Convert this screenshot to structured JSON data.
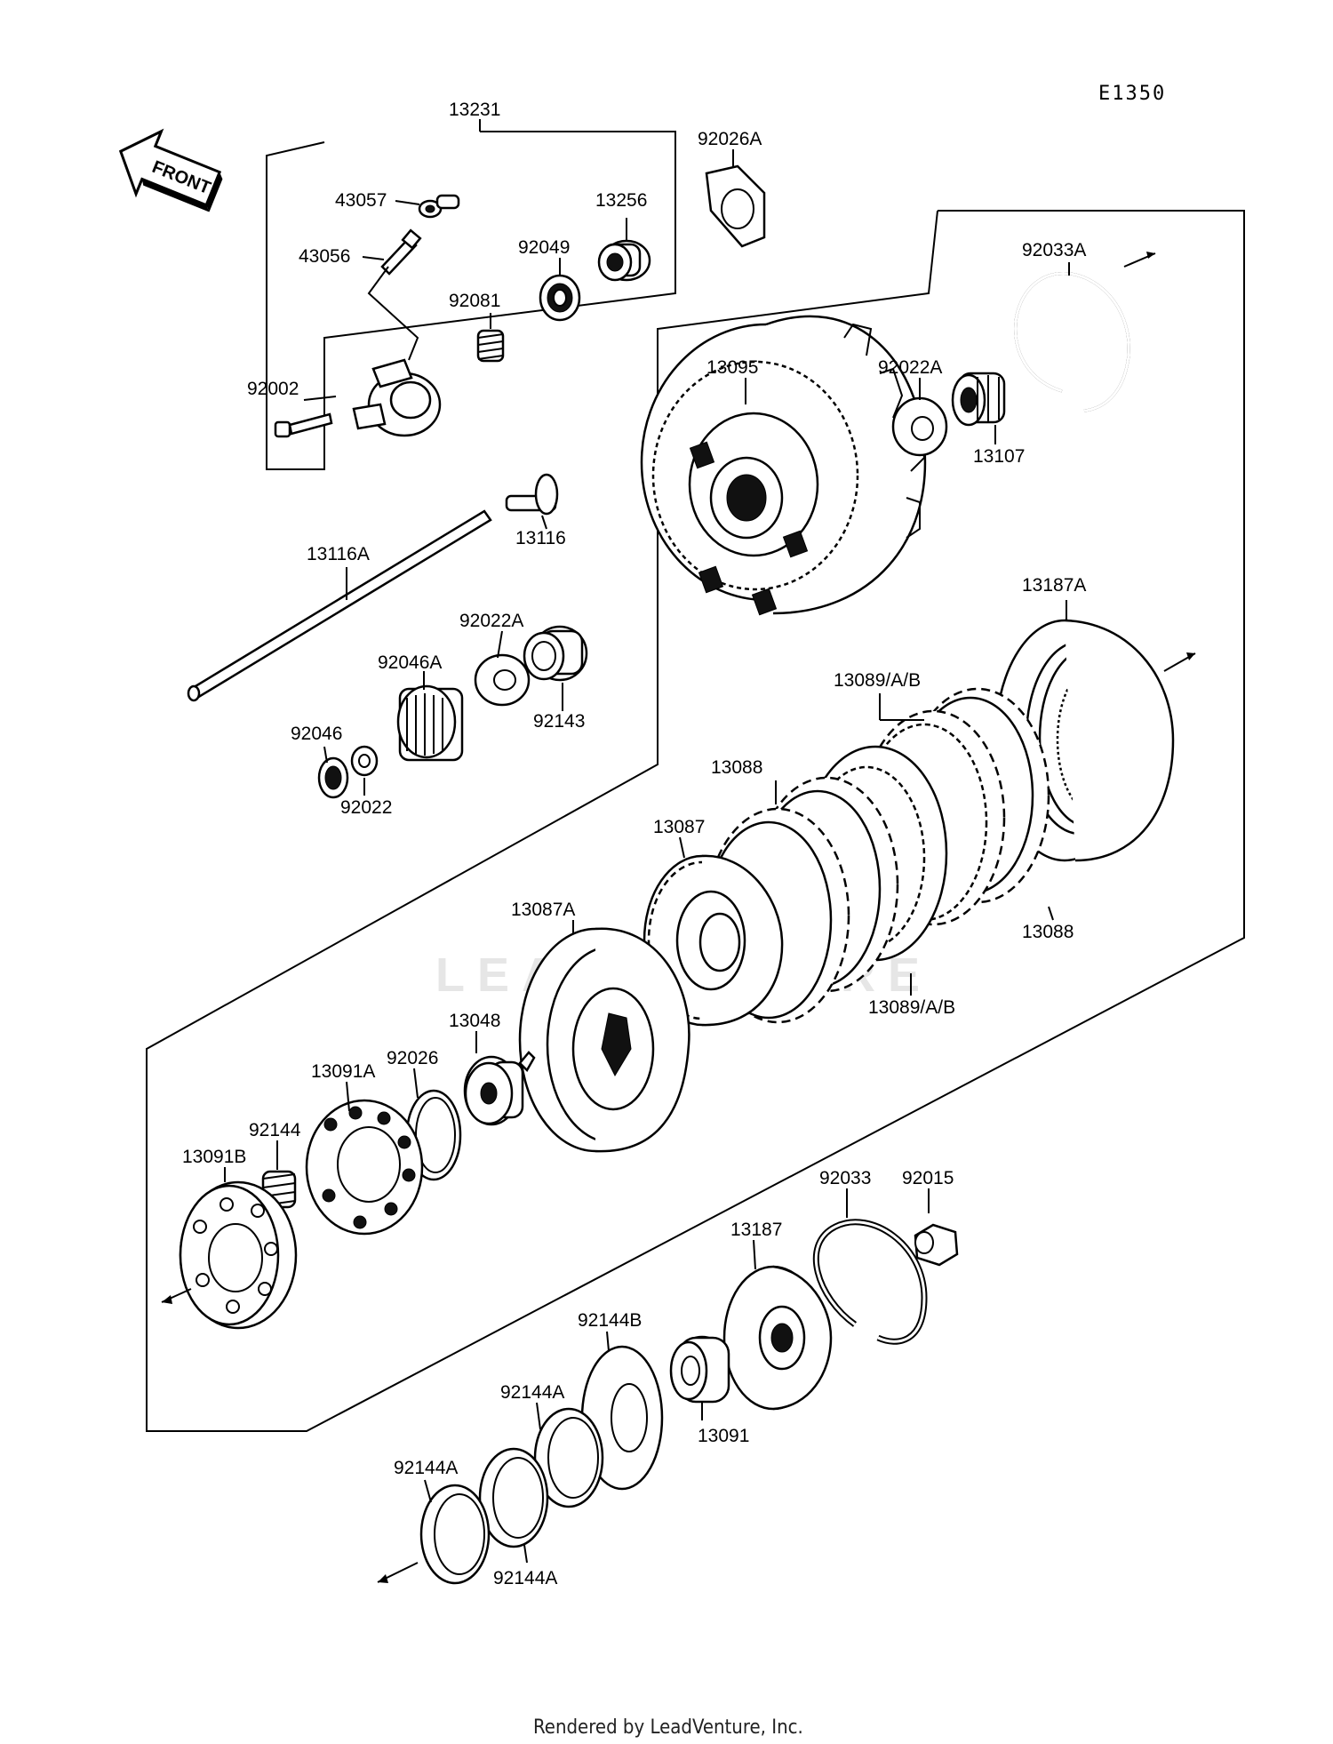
{
  "figure_code": "E1350",
  "front_label": "FRONT",
  "footer": "Rendered by LeadVenture, Inc.",
  "watermark": "LEADVENTURE",
  "parts": {
    "p13231": "13231",
    "p92026A": "92026A",
    "p43057": "43057",
    "p13256": "13256",
    "p43056": "43056",
    "p92049": "92049",
    "p92081": "92081",
    "p92002": "92002",
    "p92033A": "92033A",
    "p13095": "13095",
    "p92022A_top": "92022A",
    "p13107": "13107",
    "p13116": "13116",
    "p13116A": "13116A",
    "p92022A_mid": "92022A",
    "p92046A": "92046A",
    "p92143": "92143",
    "p92046": "92046",
    "p92022": "92022",
    "p13187A": "13187A",
    "p13089_top": "13089/A/B",
    "p13088_top": "13088",
    "p13087": "13087",
    "p13088_bot": "13088",
    "p13087A": "13087A",
    "p13089_bot": "13089/A/B",
    "p13048": "13048",
    "p92026": "92026",
    "p13091A": "13091A",
    "p92144": "92144",
    "p13091B": "13091B",
    "p92033": "92033",
    "p92015": "92015",
    "p13187": "13187",
    "p92144B": "92144B",
    "p92144A_1": "92144A",
    "p13091": "13091",
    "p92144A_2": "92144A",
    "p92144A_3": "92144A"
  }
}
